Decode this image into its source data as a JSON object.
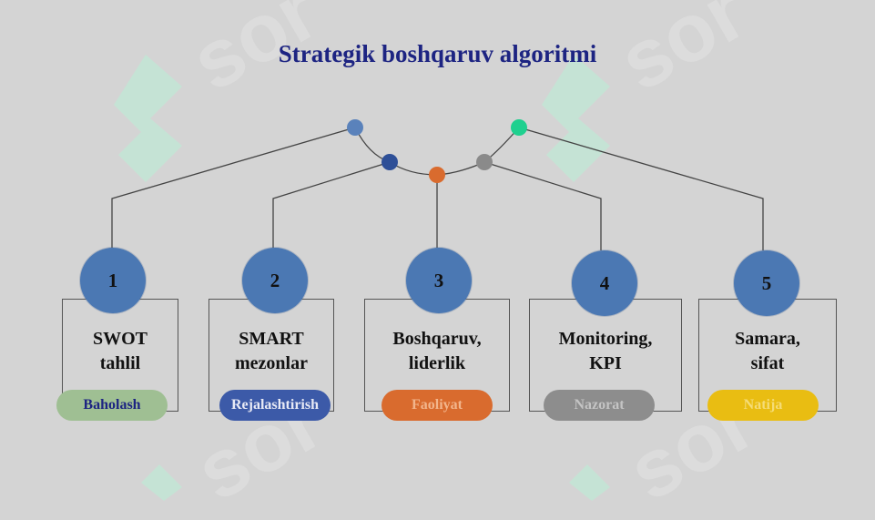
{
  "title": "Strategik boshqaruv algoritmi",
  "watermark": {
    "text": "sor"
  },
  "hub_colors": [
    "#5a82bb",
    "#2e4f97",
    "#d96b2e",
    "#8a8a8a",
    "#1fd08f"
  ],
  "steps": [
    {
      "number": "1",
      "line1": "SWOT",
      "line2": "tahlil",
      "tag": "Baholash",
      "tag_bg": "#9fbf93",
      "tag_fg": "#1d2482"
    },
    {
      "number": "2",
      "line1": "SMART",
      "line2": "mezonlar",
      "tag": "Rejalashtirish",
      "tag_bg": "#3c5aa8",
      "tag_fg": "#e8eaf5"
    },
    {
      "number": "3",
      "line1": "Boshqaruv,",
      "line2": "liderlik",
      "tag": "Faoliyat",
      "tag_bg": "#d96b2e",
      "tag_fg": "#f2b58c"
    },
    {
      "number": "4",
      "line1": "Monitoring,",
      "line2": "KPI",
      "tag": "Nazorat",
      "tag_bg": "#8d8d8d",
      "tag_fg": "#c4c4c4"
    },
    {
      "number": "5",
      "line1": "Samara,",
      "line2": "sifat",
      "tag": "Natija",
      "tag_bg": "#e9bd12",
      "tag_fg": "#f5dc77"
    }
  ]
}
